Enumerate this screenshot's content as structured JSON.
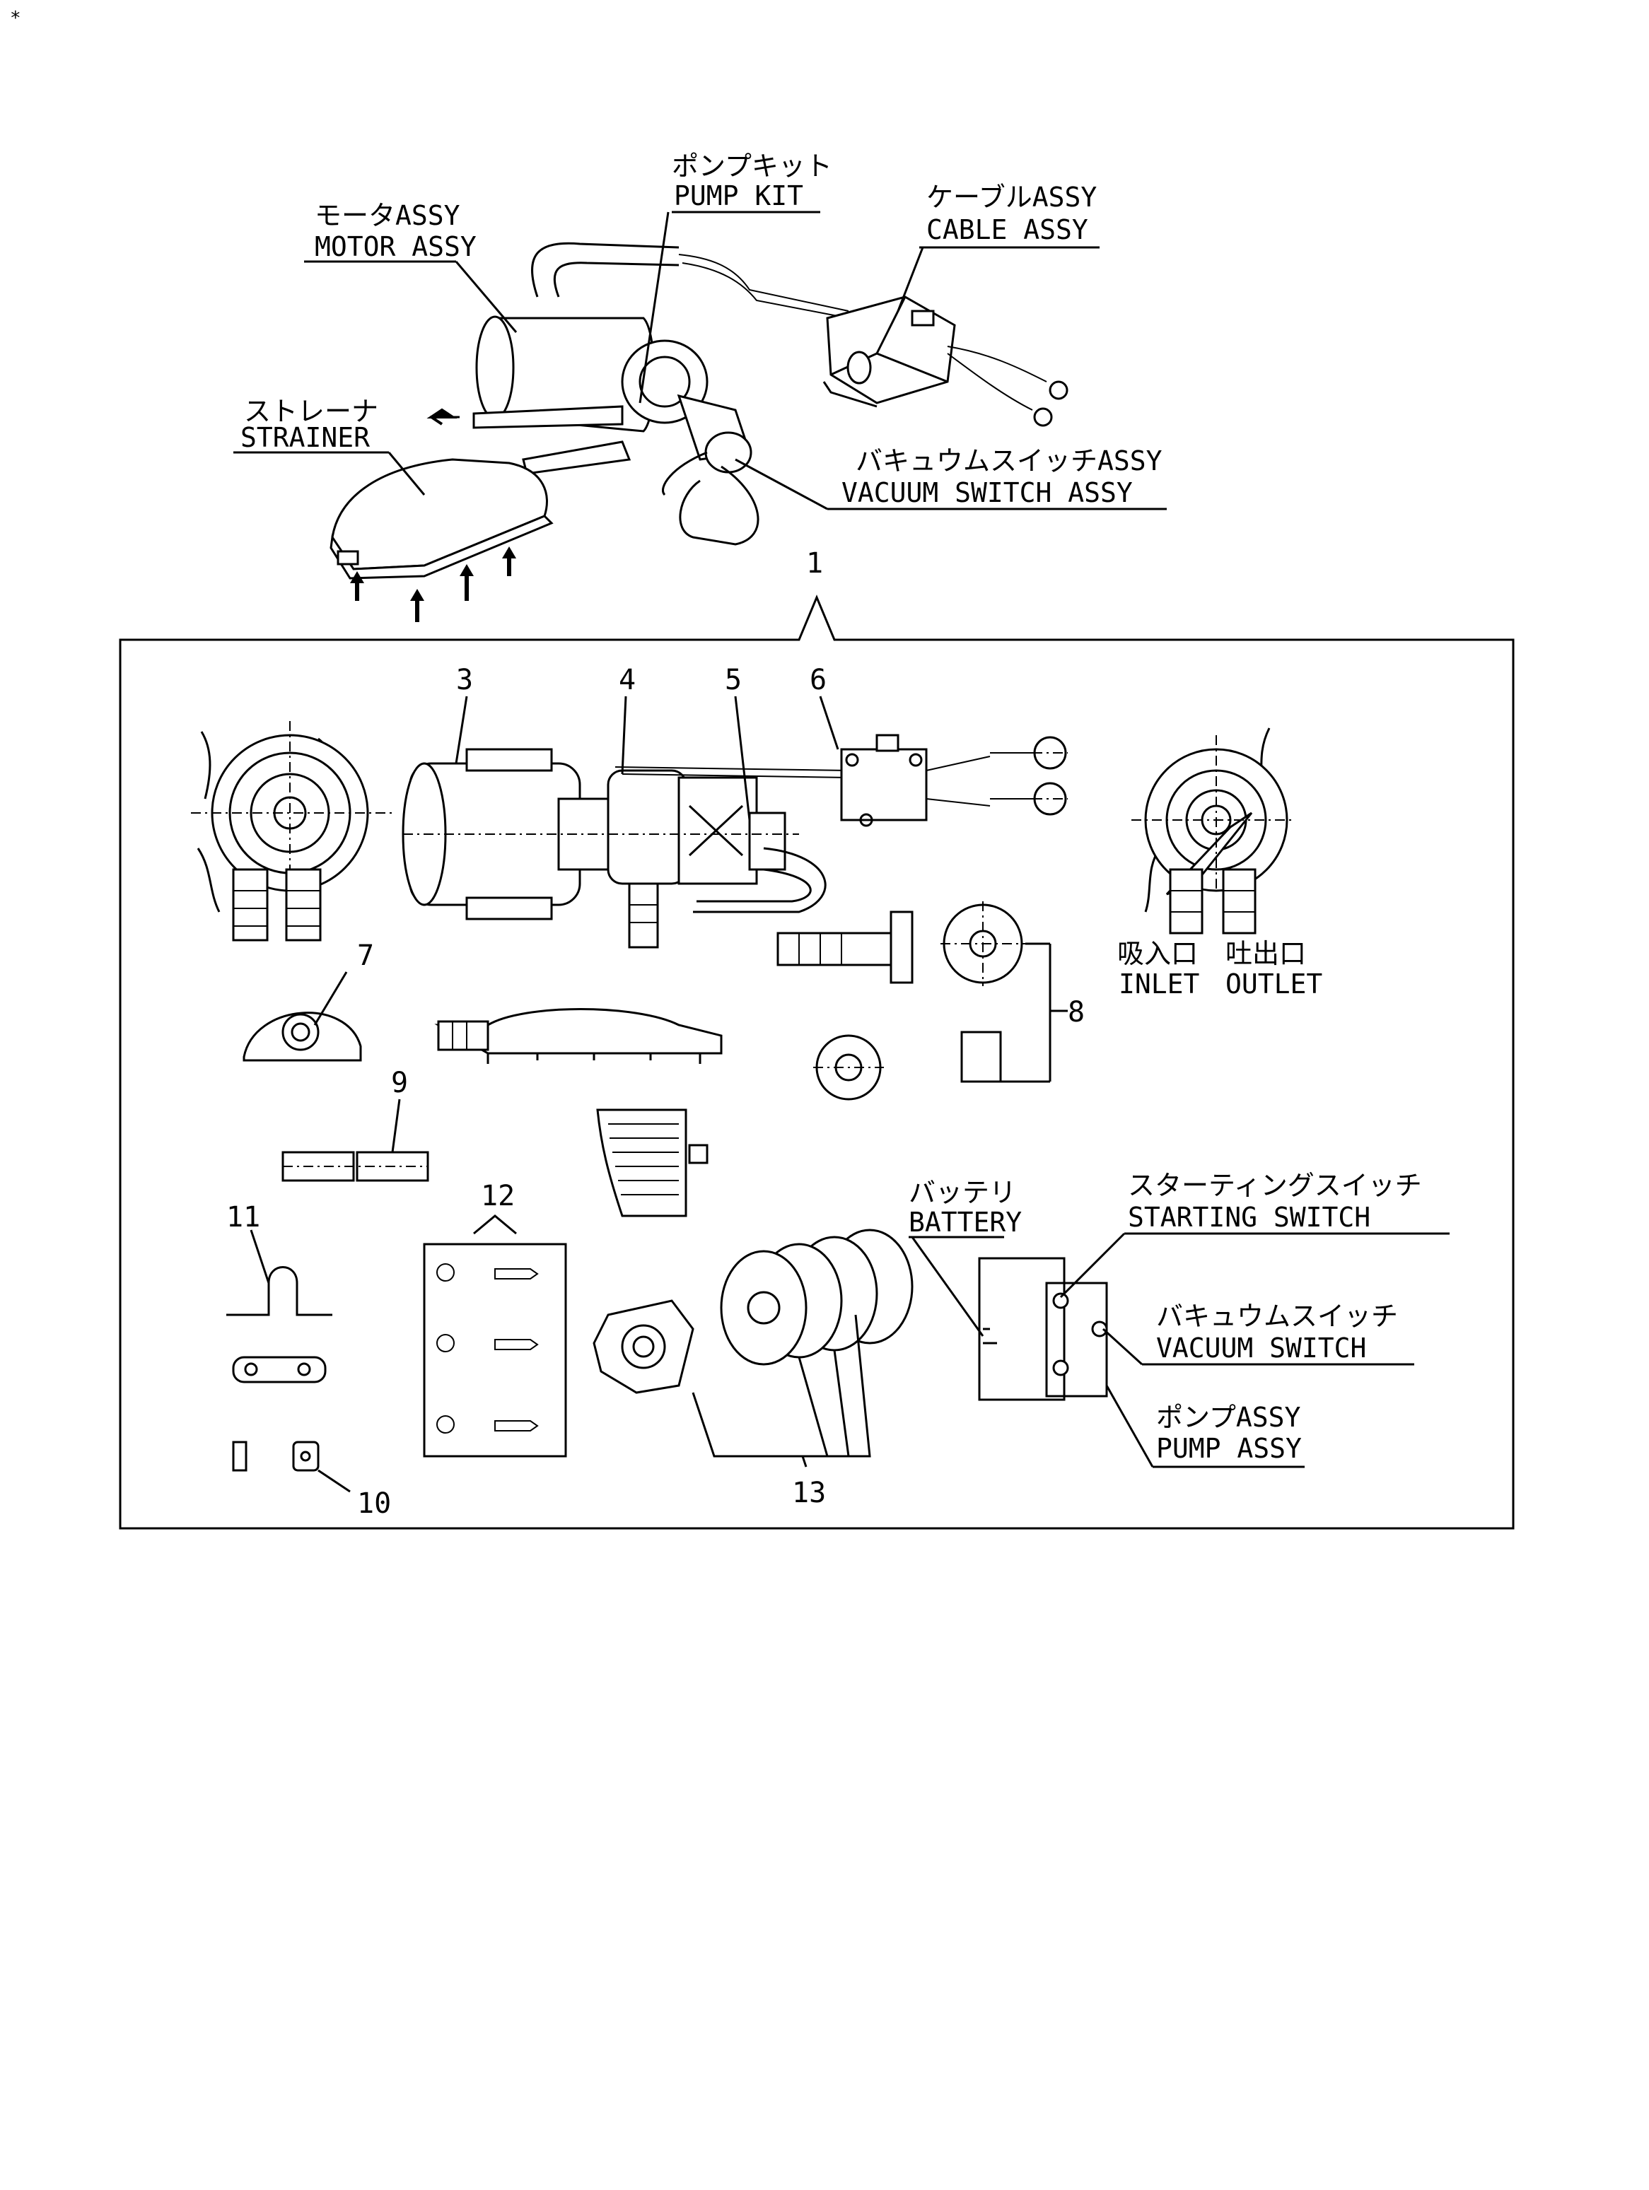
{
  "page_marker": "*",
  "top_labels": {
    "pump_kit_jp": "ポンプキット",
    "pump_kit_en": "PUMP KIT",
    "motor_assy_jp": "モータASSY",
    "motor_assy_en": "MOTOR ASSY",
    "cable_assy_jp": "ケーブルASSY",
    "cable_assy_en": "CABLE ASSY",
    "strainer_jp": "ストレーナ",
    "strainer_en": "STRAINER",
    "vacuum_switch_assy_jp": "バキュウムスイッチASSY",
    "vacuum_switch_assy_en": "VACUUM SWITCH ASSY"
  },
  "callouts": {
    "n1": "1",
    "n3": "3",
    "n4": "4",
    "n5": "5",
    "n6": "6",
    "n7": "7",
    "n8": "8",
    "n9": "9",
    "n10": "10",
    "n11": "11",
    "n12": "12",
    "n13": "13"
  },
  "port_labels": {
    "inlet_jp": "吸入口",
    "inlet_en": "INLET",
    "outlet_jp": "吐出口",
    "outlet_en": "OUTLET"
  },
  "wiring_labels": {
    "battery_jp": "バッテリ",
    "battery_en": "BATTERY",
    "starting_switch_jp": "スターティングスイッチ",
    "starting_switch_en": "STARTING SWITCH",
    "vacuum_switch_jp": "バキュウムスイッチ",
    "vacuum_switch_en": "VACUUM SWITCH",
    "pump_assy_jp": "ポンプASSY",
    "pump_assy_en": "PUMP ASSY"
  }
}
